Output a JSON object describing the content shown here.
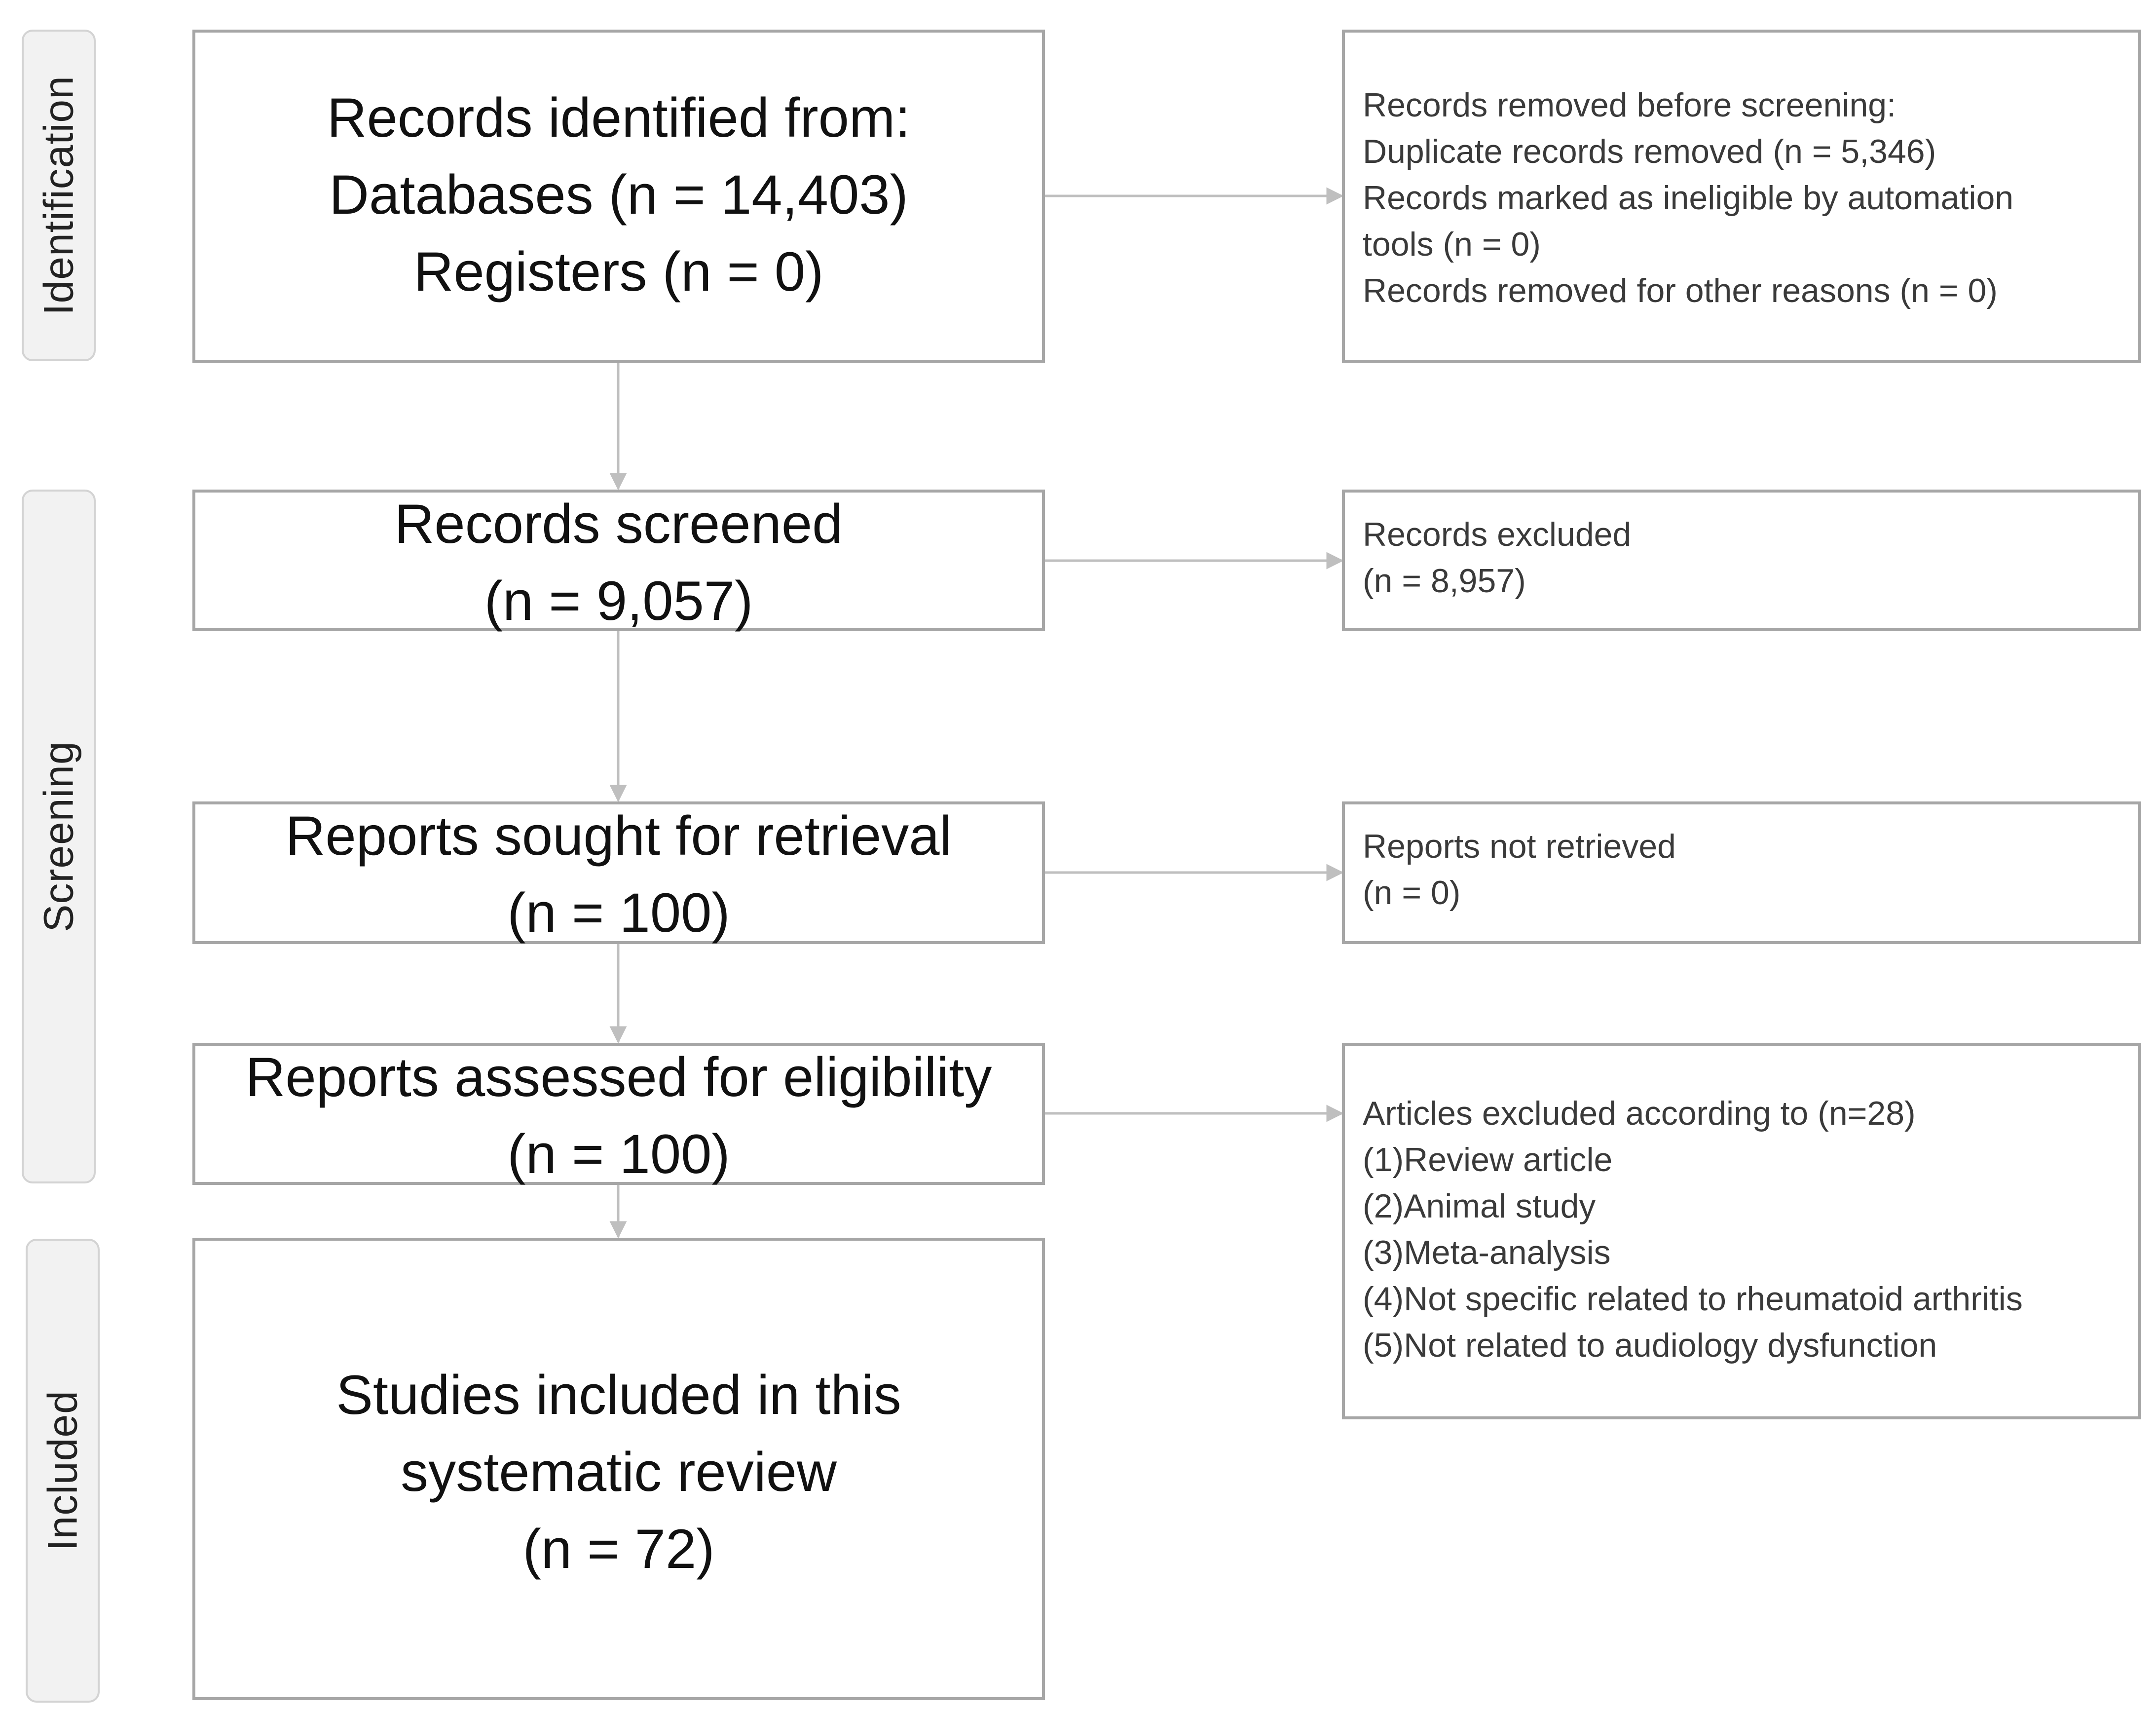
{
  "phases": {
    "identification": "Identification",
    "screening": "Screening",
    "included": "Included"
  },
  "identification": {
    "records_identified": {
      "line1": "Records identified from:",
      "line2": "Databases (n = 14,403)",
      "line3": "Registers (n = 0)"
    },
    "records_removed": {
      "line1": "Records removed before screening:",
      "line2": "Duplicate records removed  (n = 5,346)",
      "line3": "Records marked as ineligible by automation",
      "line4": "tools (n = 0)",
      "line5": "Records removed for other reasons (n = 0)"
    }
  },
  "screening": {
    "records_screened": {
      "line1": "Records screened",
      "line2": "(n = 9,057)"
    },
    "records_excluded": {
      "line1": "Records excluded",
      "line2": "(n = 8,957)"
    },
    "reports_sought": {
      "line1": "Reports sought for retrieval",
      "line2": "(n = 100)"
    },
    "reports_not_retrieved": {
      "line1": "Reports not retrieved",
      "line2": "(n = 0)"
    },
    "reports_assessed": {
      "line1": "Reports assessed for eligibility",
      "line2": "(n = 100)"
    },
    "articles_excluded": {
      "line1": "Articles excluded according to (n=28)",
      "line2": "(1)Review article",
      "line3": "(2)Animal study",
      "line4": "(3)Meta-analysis",
      "line5": "(4)Not specific related to rheumatoid arthritis",
      "line6": "(5)Not related to audiology dysfunction"
    }
  },
  "included": {
    "studies_included": {
      "line1": "Studies included in this",
      "line2": "systematic review",
      "line3": "(n = 72)"
    }
  },
  "colors": {
    "box_border": "#a6a6a6",
    "connector": "#bfbfbf",
    "phase_fill": "#f2f2f2",
    "phase_border": "#d3d3d3"
  }
}
